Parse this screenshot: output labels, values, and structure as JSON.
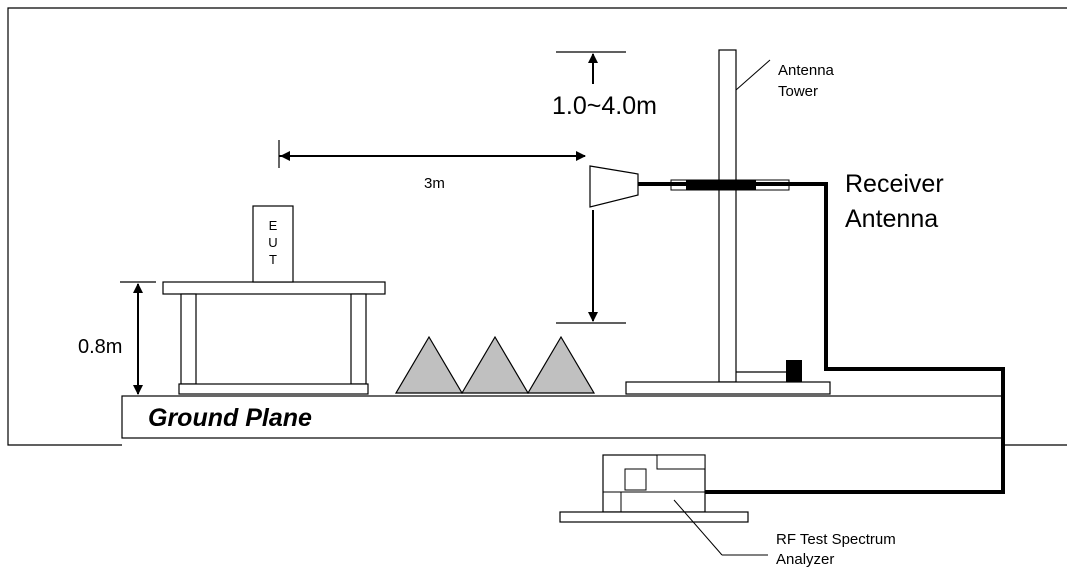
{
  "labels": {
    "height_range": "1.0~4.0m",
    "antenna_tower_line1": "Antenna",
    "antenna_tower_line2": "Tower",
    "distance": "3m",
    "receiver_antenna_line1": "Receiver",
    "receiver_antenna_line2": "Antenna",
    "eut_e": "E",
    "eut_u": "U",
    "eut_t": "T",
    "table_height": "0.8m",
    "ground_plane": "Ground Plane",
    "analyzer_line1": "RF Test Spectrum",
    "analyzer_line2": "Analyzer"
  },
  "colors": {
    "absorber_fill": "#c0c0c0",
    "line": "#000000",
    "background": "#ffffff"
  }
}
